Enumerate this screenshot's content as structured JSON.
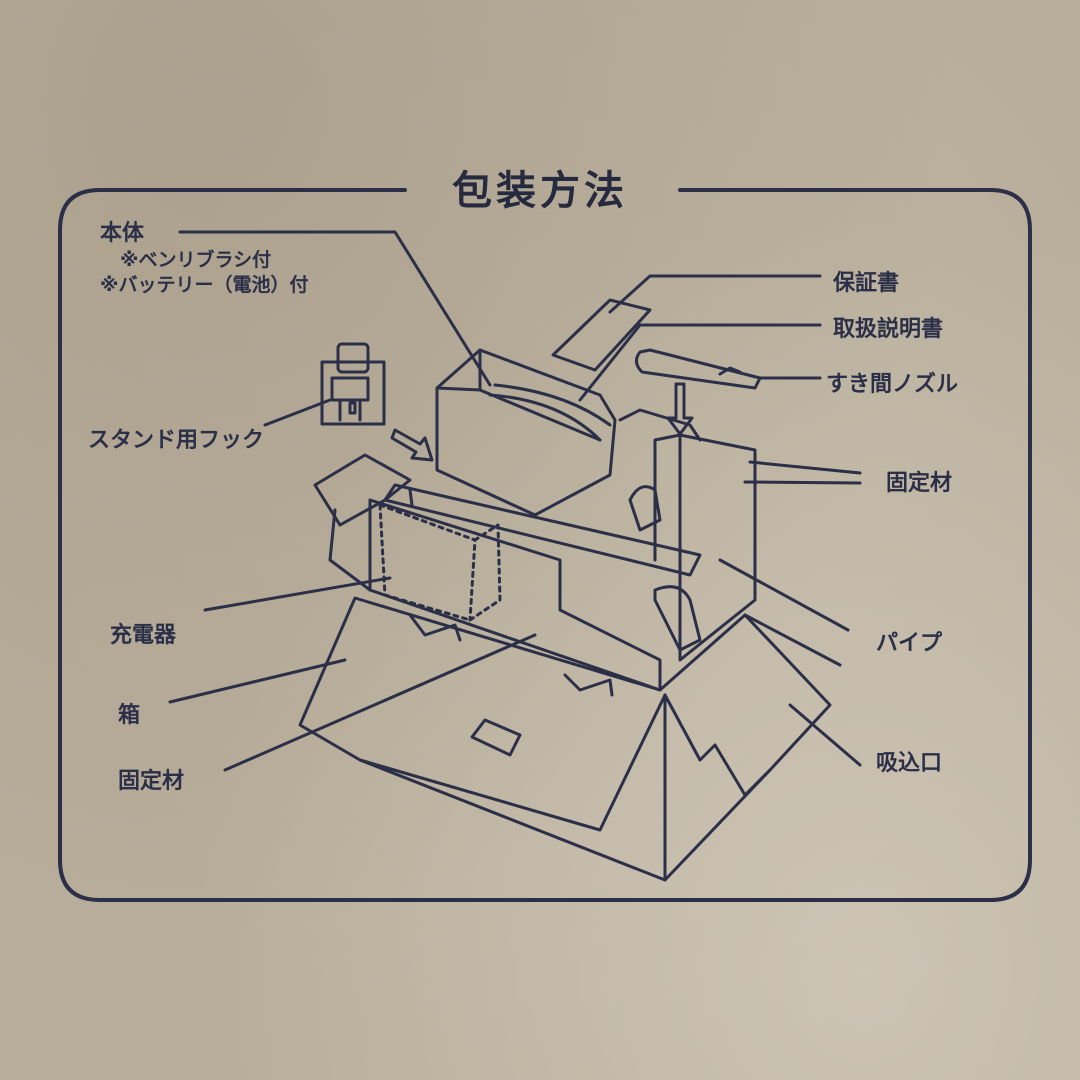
{
  "title": "包装方法",
  "colors": {
    "ink": "#2b3048",
    "cardboard": "#b8ad9a"
  },
  "labels": {
    "hontai": "本体",
    "hontai_note1": "※ベンリブラシ付",
    "hontai_note2": "※バッテリー（電池）付",
    "stand_hook": "スタンド用フック",
    "charger": "充電器",
    "box": "箱",
    "fixing_left": "固定材",
    "warranty": "保証書",
    "manual": "取扱説明書",
    "crevice_nozzle": "すき間ノズル",
    "fixing_right": "固定材",
    "pipe": "パイプ",
    "suction_inlet": "吸込口"
  }
}
